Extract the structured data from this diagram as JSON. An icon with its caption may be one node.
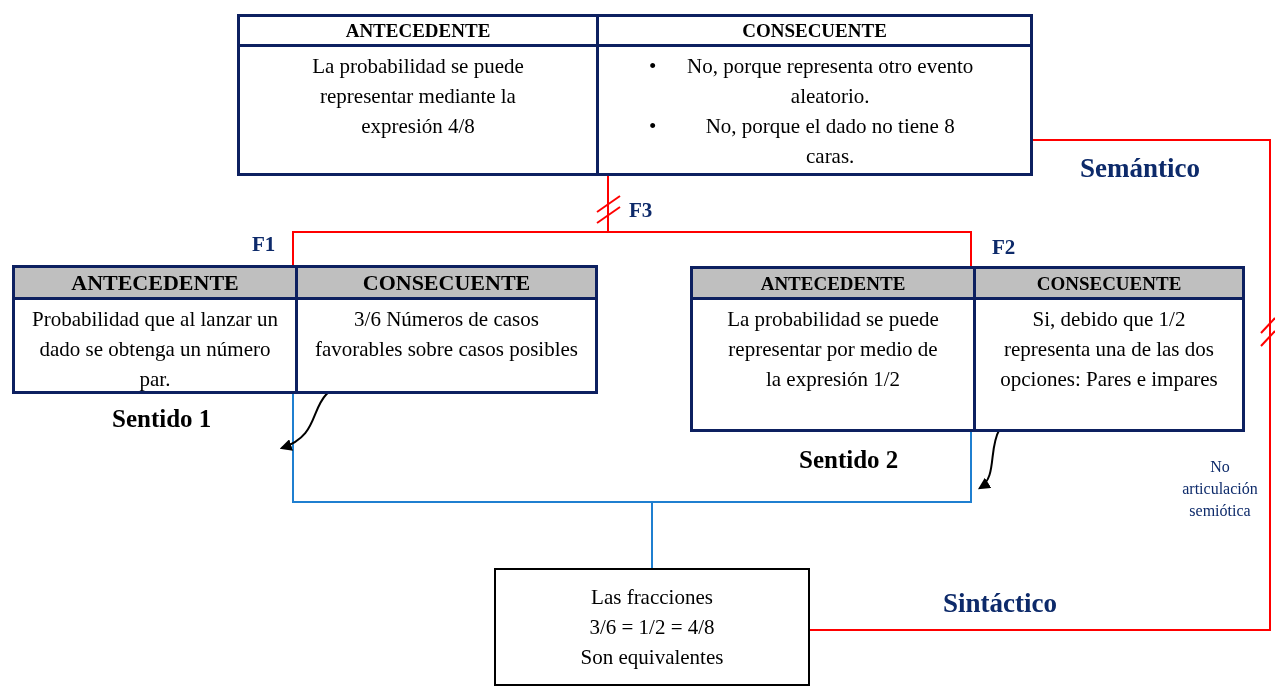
{
  "diagram": {
    "nodes": [
      {
        "text": [
          "ANTECEDENTE",
          "CONSECUENTE",
          "La probabilidad se puede representar mediante la expresión 4/8",
          "•",
          "No, porque representa otro evento aleatorio.",
          "•",
          "No, porque el dado no tiene 8 caras."
        ]
      },
      {
        "text": [
          "ANTECEDENTE",
          "CONSECUENTE",
          "Probabilidad que al lanzar un dado se obtenga un número par.",
          "3/6 Números de casos favorables sobre casos posibles"
        ],
        "beside": [
          "F1",
          "Sentido 1"
        ]
      },
      {
        "text": [
          "ANTECEDENTE",
          "CONSECUENTE",
          "La probabilidad se puede representar por medio de la expresión 1/2",
          "Si, debido que 1/2 representa una de las dos opciones: Pares e impares"
        ],
        "beside": [
          "F2",
          "Sentido 2"
        ]
      },
      {
        "text": [
          "Las fracciones",
          "3/6 = 1/2 = 4/8",
          "Son equivalentes"
        ]
      }
    ],
    "edges": [
      {
        "from": 0,
        "to": 1,
        "arrow": "none",
        "color": "#ff0000"
      },
      {
        "from": 0,
        "to": 2,
        "arrow": "none",
        "color": "#ff0000"
      },
      {
        "from": 0,
        "to": 3,
        "arrow": "none",
        "color": "#ff0000"
      },
      {
        "from": 1,
        "to": 3,
        "arrow": "none",
        "color": "#1f7fd0"
      },
      {
        "from": 2,
        "to": 3,
        "arrow": "none",
        "color": "#1f7fd0"
      },
      {
        "from": 1,
        "to": null,
        "arrow": "to",
        "color": "#000000"
      },
      {
        "from": 2,
        "to": null,
        "arrow": "to",
        "color": "#000000"
      }
    ],
    "labels": [
      "Semántico",
      "F3",
      "No articulación semiótica",
      "Sintáctico"
    ]
  }
}
